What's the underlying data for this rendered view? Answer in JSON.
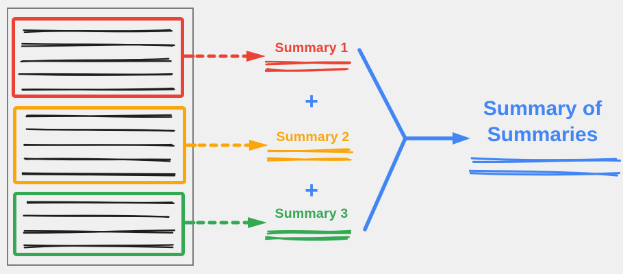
{
  "diagram": {
    "description_colors": {
      "red": "#EA4335",
      "orange": "#FAA60A",
      "green": "#34A853",
      "blue": "#4285F4",
      "ink": "#1E1E1E",
      "background": "#F0F0F0",
      "document_border": "#7B7B7B"
    },
    "document": {
      "sections": [
        {
          "name": "section-1",
          "color": "red",
          "text_lines": 5
        },
        {
          "name": "section-2",
          "color": "orange",
          "text_lines": 5
        },
        {
          "name": "section-3",
          "color": "green",
          "text_lines": 4
        }
      ]
    },
    "summaries": [
      {
        "label": "Summary 1",
        "color": "red"
      },
      {
        "label": "Summary 2",
        "color": "orange"
      },
      {
        "label": "Summary 3",
        "color": "green"
      }
    ],
    "operators": {
      "plus": "+"
    },
    "final": {
      "label": "Summary of Summaries",
      "color": "blue"
    }
  }
}
